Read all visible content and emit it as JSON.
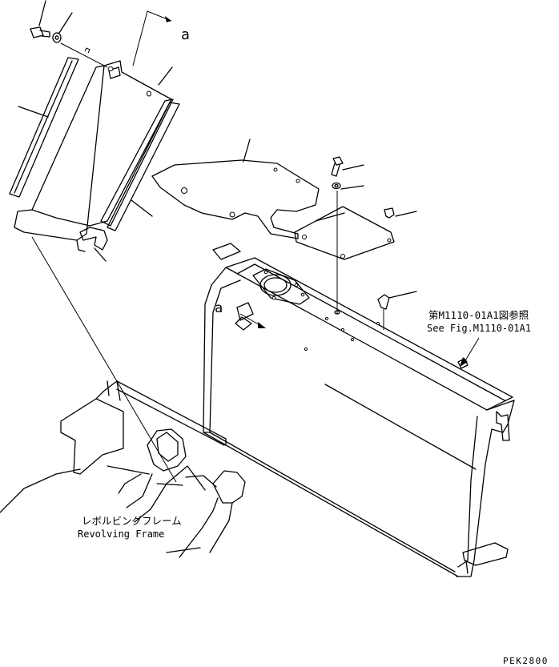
{
  "view_marker_top": "a",
  "view_marker_mid": "a",
  "reference_jp": "第M1110-01A1図参照",
  "reference_en": "See Fig.M1110-01A1",
  "frame_label_jp": "レボルビングフレーム",
  "frame_label_en": "Revolving Frame",
  "drawing_code": "PEK2800"
}
